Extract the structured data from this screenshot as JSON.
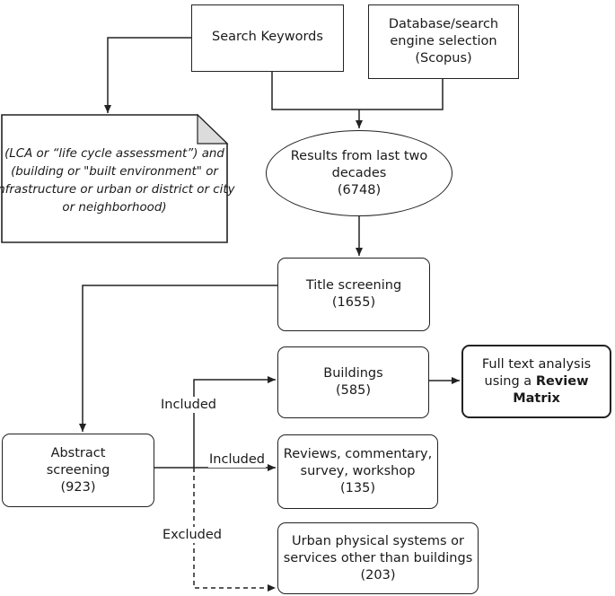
{
  "nodes": {
    "keywords": {
      "lines": [
        "Search Keywords"
      ]
    },
    "database": {
      "lines": [
        "Database/search",
        "engine selection",
        "(Scopus)"
      ]
    },
    "query": {
      "lines": [
        "(LCA or “life cycle assessment”) and",
        "(building or \"built environment\" or",
        "infrastructure or urban or district or city",
        "or neighborhood)"
      ]
    },
    "results": {
      "lines": [
        "Results from last two",
        "decades",
        "(6748)"
      ]
    },
    "title_screening": {
      "lines": [
        "Title screening",
        "(1655)"
      ]
    },
    "buildings": {
      "lines": [
        "Buildings",
        "(585)"
      ]
    },
    "full_text": {
      "line1": "Full text analysis",
      "line2_prefix": "using a ",
      "line2_bold": "Review",
      "line3_bold": "Matrix"
    },
    "abstract_screening": {
      "lines": [
        "Abstract",
        "screening",
        "(923)"
      ]
    },
    "reviews": {
      "lines": [
        "Reviews, commentary,",
        "survey, workshop",
        "(135)"
      ]
    },
    "urban": {
      "lines": [
        "Urban physical systems or",
        "services other than buildings",
        "(203)"
      ]
    }
  },
  "edge_labels": {
    "included_buildings": "Included",
    "included_reviews": "Included",
    "excluded_urban": "Excluded"
  },
  "colors": {
    "stroke": "#222222",
    "fold": "#dcdcdc",
    "background": "#ffffff"
  }
}
